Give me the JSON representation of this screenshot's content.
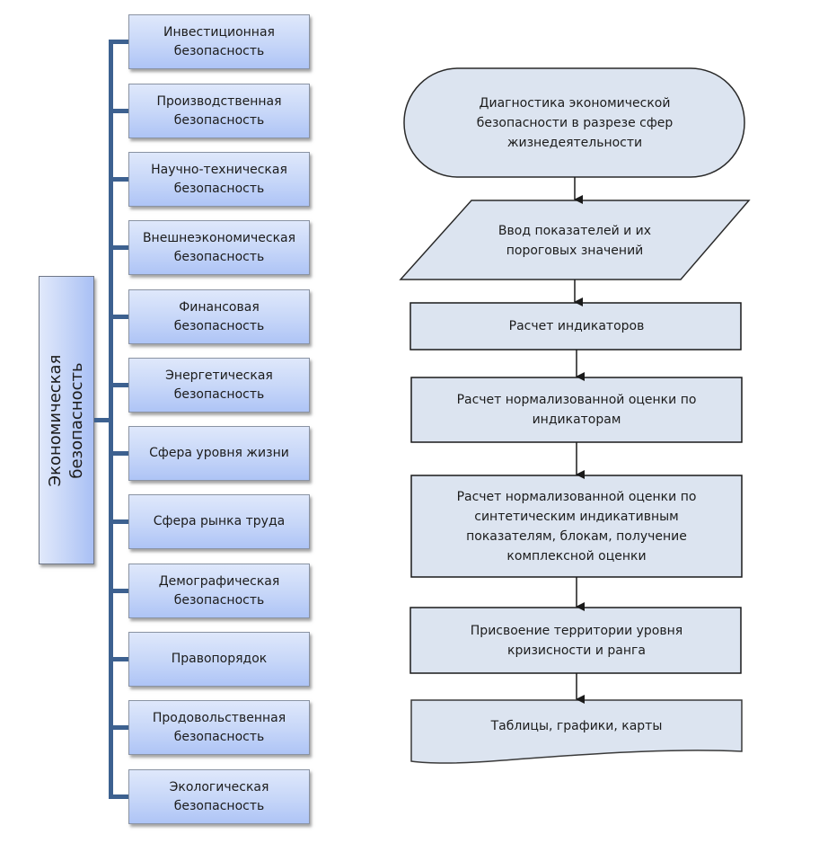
{
  "root": {
    "label": "Экономическая\nбезопасность"
  },
  "branches": [
    {
      "label": "Инвестиционная\nбезопасность"
    },
    {
      "label": "Производственная\nбезопасность"
    },
    {
      "label": "Научно-техническая\nбезопасность"
    },
    {
      "label": "Внешнеэкономическая\nбезопасность"
    },
    {
      "label": "Финансовая\nбезопасность"
    },
    {
      "label": "Энергетическая\nбезопасность"
    },
    {
      "label": "Сфера уровня жизни"
    },
    {
      "label": "Сфера рынка труда"
    },
    {
      "label": "Демографическая\nбезопасность"
    },
    {
      "label": "Правопорядок"
    },
    {
      "label": "Продовольственная\nбезопасность"
    },
    {
      "label": "Экологическая\nбезопасность"
    }
  ],
  "flowchart": {
    "steps": [
      {
        "shape": "terminator",
        "label": "Диагностика экономической\nбезопасности в разрезе сфер\nжизнедеятельности"
      },
      {
        "shape": "data",
        "label": "Ввод показателей и их\nпороговых значений"
      },
      {
        "shape": "process",
        "label": "Расчет индикаторов"
      },
      {
        "shape": "process",
        "label": "Расчет нормализованной оценки по\nиндикаторам"
      },
      {
        "shape": "process",
        "label": "Расчет нормализованной оценки по\nсинтетическим индикативным\nпоказателям, блокам, получение\nкомплексной оценки"
      },
      {
        "shape": "process",
        "label": "Присвоение территории уровня\nкризисности и ранга"
      },
      {
        "shape": "document",
        "label": "Таблицы, графики, карты"
      }
    ]
  },
  "colors": {
    "tree_line": "#3d6190",
    "flow_fill": "#dce4f0",
    "flow_stroke": "#2a2a2a"
  }
}
